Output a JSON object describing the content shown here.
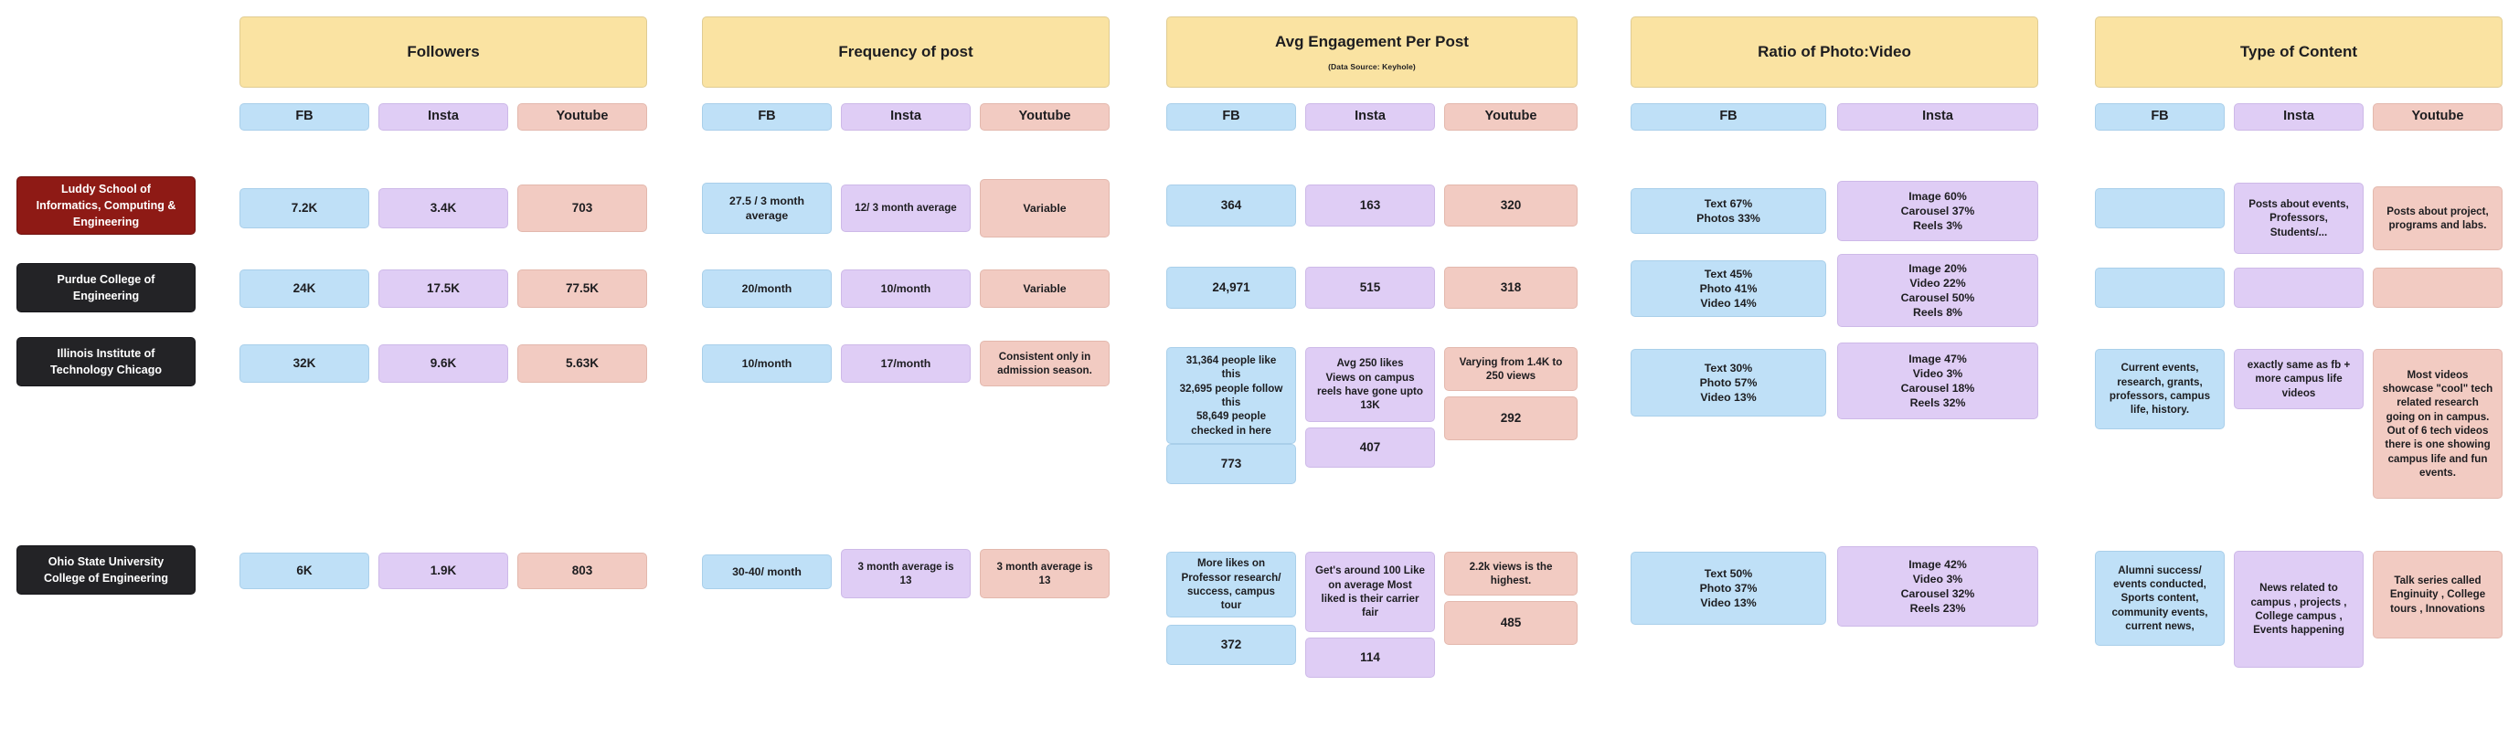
{
  "categories": [
    {
      "title": "Followers",
      "subtitle": ""
    },
    {
      "title": "Frequency of post",
      "subtitle": ""
    },
    {
      "title": "Avg Engagement Per Post",
      "subtitle": "(Data Source: Keyhole)"
    },
    {
      "title": "Ratio of Photo:Video",
      "subtitle": ""
    },
    {
      "title": "Type of Content",
      "subtitle": ""
    }
  ],
  "platforms": {
    "fb": "FB",
    "insta": "Insta",
    "youtube": "Youtube"
  },
  "platform_headers": [
    [
      "FB",
      "Insta",
      "Youtube"
    ],
    [
      "FB",
      "Insta",
      "Youtube"
    ],
    [
      "FB",
      "Insta",
      "Youtube"
    ],
    [
      "FB",
      "Insta"
    ],
    [
      "FB",
      "Insta",
      "Youtube"
    ]
  ],
  "rows": [
    {
      "label": "Luddy School of\nInformatics, Computing &\nEngineering",
      "style": "crimson"
    },
    {
      "label": "Purdue College of\nEngineering",
      "style": "dark"
    },
    {
      "label": "Illinois Institute of\nTechnology Chicago",
      "style": "dark"
    },
    {
      "label": "Ohio State University\nCollege of Engineering",
      "style": "dark"
    }
  ],
  "colors": {
    "header_yellow": "#fae3a2",
    "fb_blue": "#bfe0f7",
    "insta_purple": "#dfcdf5",
    "youtube_pink": "#f2cbc2",
    "label_dark": "#232326",
    "label_crimson": "#8e1a15",
    "text": "#1d1d20"
  },
  "cells": {
    "followers": {
      "luddy": {
        "fb": "7.2K",
        "insta": "3.4K",
        "youtube": "703"
      },
      "purdue": {
        "fb": "24K",
        "insta": "17.5K",
        "youtube": "77.5K"
      },
      "iit": {
        "fb": "32K",
        "insta": "9.6K",
        "youtube": "5.63K"
      },
      "ohio": {
        "fb": "6K",
        "insta": "1.9K",
        "youtube": "803"
      }
    },
    "frequency": {
      "luddy": {
        "fb": "27.5 / 3 month\naverage",
        "insta": "12/ 3 month average",
        "youtube": "Variable"
      },
      "purdue": {
        "fb": "20/month",
        "insta": "10/month",
        "youtube": "Variable"
      },
      "iit": {
        "fb": "10/month",
        "insta": "17/month",
        "youtube": "Consistent only in\nadmission season."
      },
      "ohio": {
        "fb": "30-40/ month",
        "insta": "3 month average is\n13",
        "youtube": "3 month average is\n13"
      }
    },
    "engagement": {
      "luddy": {
        "fb": "364",
        "insta": "163",
        "youtube": "320"
      },
      "purdue": {
        "fb": "24,971",
        "insta": "515",
        "youtube": "318"
      },
      "iit": {
        "fb_note": "31,364 people like\nthis\n32,695 people follow\nthis\n58,649 people\nchecked in here",
        "fb_value": "773",
        "insta_note": "Avg 250 likes\nViews on campus\nreels have gone upto\n13K",
        "insta_value": "407",
        "youtube_note": "Varying from 1.4K to\n250 views",
        "youtube_value": "292"
      },
      "ohio": {
        "fb_note": "More likes on\nProfessor research/\nsuccess, campus\ntour",
        "fb_value": "372",
        "insta_note": "Get's around 100 Like\non average Most\nliked is their carrier\nfair",
        "insta_value": "114",
        "youtube_note": "2.2k views is the\nhighest.",
        "youtube_value": "485"
      }
    },
    "ratio": {
      "luddy": {
        "fb": "Text 67%\nPhotos 33%",
        "insta": "Image 60%\nCarousel 37%\nReels 3%"
      },
      "purdue": {
        "fb": "Text 45%\nPhoto 41%\nVideo 14%",
        "insta": "Image 20%\nVideo 22%\nCarousel 50%\nReels 8%"
      },
      "iit": {
        "fb": "Text 30%\nPhoto 57%\nVideo 13%",
        "insta": "Image 47%\nVideo 3%\nCarousel 18%\nReels 32%"
      },
      "ohio": {
        "fb": "Text 50%\nPhoto 37%\nVideo 13%",
        "insta": "Image 42%\nVideo 3%\nCarousel 32%\nReels 23%"
      }
    },
    "content": {
      "luddy": {
        "fb": "",
        "insta": "Posts about events,\nProfessors,\nStudents/...",
        "youtube": "Posts about project,\nprograms and labs."
      },
      "purdue": {
        "fb": "",
        "insta": "",
        "youtube": ""
      },
      "iit": {
        "fb": "Current events,\nresearch, grants,\nprofessors, campus\nlife, history.",
        "insta": "exactly same as fb +\nmore campus life\nvideos",
        "youtube": "Most videos\nshowcase \"cool\" tech\nrelated research\ngoing on in campus.\nOut of 6 tech videos\nthere is one showing\ncampus life and fun\nevents."
      },
      "ohio": {
        "fb": "Alumni success/\nevents conducted,\nSports content,\ncommunity events,\ncurrent news,",
        "insta": "News related to\ncampus , projects ,\nCollege campus ,\nEvents happening",
        "youtube": "Talk series called\nEnginuity , College\ntours , Innovations"
      }
    }
  }
}
